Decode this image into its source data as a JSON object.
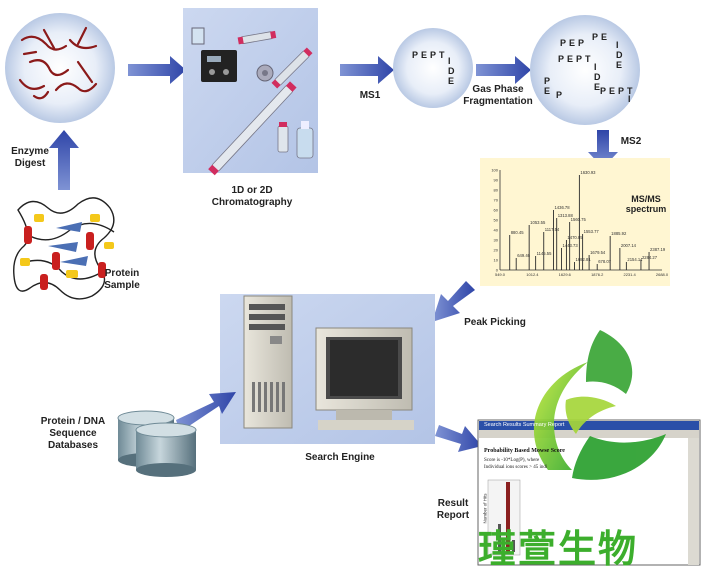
{
  "labels": {
    "enzyme_digest": [
      "Enzyme",
      "Digest"
    ],
    "protein_sample": [
      "Protein",
      "Sample"
    ],
    "chromatography": [
      "1D or 2D",
      "Chromatography"
    ],
    "ms1": "MS1",
    "gas_phase": [
      "Gas Phase",
      "Fragmentation"
    ],
    "ms2": "MS2",
    "peak_picking": "Peak Picking",
    "protein_dna_db": [
      "Protein / DNA",
      "Sequence",
      "Databases"
    ],
    "search_engine": "Search Engine",
    "result_report": [
      "Result",
      "Report"
    ]
  },
  "peptide_letters": [
    "P",
    "E",
    "P",
    "T",
    "I",
    "D",
    "E"
  ],
  "spectrum": {
    "title": [
      "MS/MS",
      "spectrum"
    ],
    "x_ticks": [
      "549.0",
      "1012.4",
      "1629.6",
      "1876.2",
      "2231.4",
      "2688.0"
    ],
    "y_ticks": [
      "100",
      "90",
      "80",
      "70",
      "60",
      "50",
      "40",
      "30",
      "20",
      "10",
      "0"
    ],
    "peaks": [
      {
        "x": 0.06,
        "h": 0.35,
        "label": "880.45"
      },
      {
        "x": 0.1,
        "h": 0.12,
        "label": "649.46"
      },
      {
        "x": 0.18,
        "h": 0.45,
        "label": "1053.55"
      },
      {
        "x": 0.22,
        "h": 0.14,
        "label": "1145.55"
      },
      {
        "x": 0.27,
        "h": 0.38,
        "label": "1117.54"
      },
      {
        "x": 0.33,
        "h": 0.6,
        "label": "1436.78"
      },
      {
        "x": 0.35,
        "h": 0.52,
        "label": "1313.88"
      },
      {
        "x": 0.38,
        "h": 0.22,
        "label": "1443.73"
      },
      {
        "x": 0.41,
        "h": 0.3,
        "label": "1470.85"
      },
      {
        "x": 0.43,
        "h": 0.48,
        "label": "1560.75"
      },
      {
        "x": 0.46,
        "h": 0.08,
        "label": "1682.81"
      },
      {
        "x": 0.49,
        "h": 0.95,
        "label": "1630.93"
      },
      {
        "x": 0.51,
        "h": 0.36,
        "label": "1553.77"
      },
      {
        "x": 0.55,
        "h": 0.15,
        "label": "1679.54"
      },
      {
        "x": 0.6,
        "h": 0.06,
        "label": "678.07"
      },
      {
        "x": 0.68,
        "h": 0.34,
        "label": "1885.92"
      },
      {
        "x": 0.74,
        "h": 0.22,
        "label": "2007.14"
      },
      {
        "x": 0.78,
        "h": 0.08,
        "label": "2154.14"
      },
      {
        "x": 0.87,
        "h": 0.1,
        "label": "2284.27"
      },
      {
        "x": 0.92,
        "h": 0.18,
        "label": "2387.19"
      }
    ]
  },
  "report_window": {
    "title_bar": "Search Results Summary Report",
    "heading": "Probability Based Mowse Score",
    "lines": [
      "Score is -10*Log(P), where",
      "Individual ions scores > 45 indi"
    ],
    "y_axis": "Number of Hits"
  },
  "watermark": {
    "text": "瑾萱生物"
  }
}
